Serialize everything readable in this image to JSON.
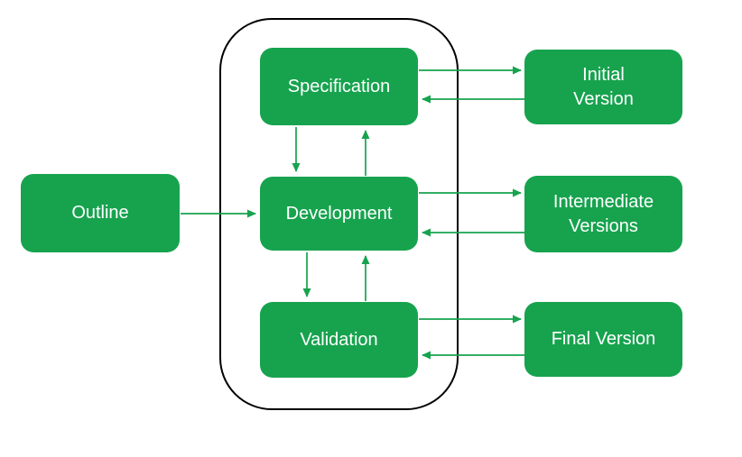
{
  "diagram": {
    "nodes": {
      "outline": {
        "label": "Outline"
      },
      "specification": {
        "label": "Specification"
      },
      "development": {
        "label": "Development"
      },
      "validation": {
        "label": "Validation"
      },
      "initial_version": {
        "label": "Initial\nVersion"
      },
      "intermediate_versions": {
        "label": "Intermediate\nVersions"
      },
      "final_version": {
        "label": "Final Version"
      }
    },
    "edges": [
      {
        "from": "Outline",
        "to": "Development"
      },
      {
        "from": "Specification",
        "to": "Initial Version"
      },
      {
        "from": "Initial Version",
        "to": "Specification"
      },
      {
        "from": "Specification",
        "to": "Development"
      },
      {
        "from": "Development",
        "to": "Specification"
      },
      {
        "from": "Development",
        "to": "Intermediate Versions"
      },
      {
        "from": "Intermediate Versions",
        "to": "Development"
      },
      {
        "from": "Development",
        "to": "Validation"
      },
      {
        "from": "Validation",
        "to": "Development"
      },
      {
        "from": "Validation",
        "to": "Final Version"
      },
      {
        "from": "Final Version",
        "to": "Validation"
      }
    ],
    "colors": {
      "node_fill": "#17a34e",
      "node_text": "#ffffff",
      "arrow": "#17a34e",
      "container_border": "#000000",
      "background": "#ffffff"
    }
  }
}
